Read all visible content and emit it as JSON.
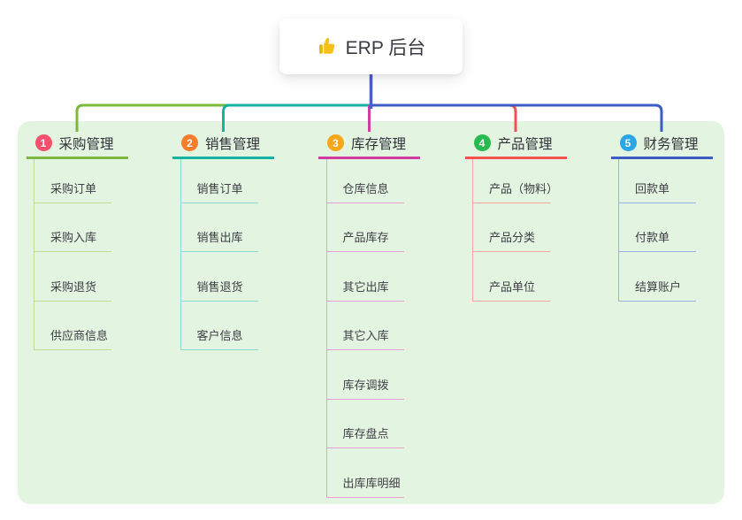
{
  "root": {
    "label": "ERP 后台",
    "icon": "thumbs-up-icon"
  },
  "colors": {
    "panel_bg": "#e3f4e0",
    "root_line": "#4a5fc8",
    "root_text": "#3a3a45",
    "thumb_main": "#f3c117",
    "thumb_cuff": "#efb20e"
  },
  "branches": [
    {
      "num": "1",
      "label": "采购管理",
      "badge_color": "#f4516c",
      "line_color": "#7cb93e",
      "light_color": "#bfdf94",
      "children": [
        "采购订单",
        "采购入库",
        "采购退货",
        "供应商信息"
      ]
    },
    {
      "num": "2",
      "label": "销售管理",
      "badge_color": "#f57d2b",
      "line_color": "#18b2a2",
      "light_color": "#8edbd2",
      "children": [
        "销售订单",
        "销售出库",
        "销售退货",
        "客户信息"
      ]
    },
    {
      "num": "3",
      "label": "库存管理",
      "badge_color": "#f9a619",
      "line_color": "#d13ca1",
      "light_color": "#eb9fd0",
      "children": [
        "仓库信息",
        "产品库存",
        "其它出库",
        "其它入库",
        "库存调拨",
        "库存盘点",
        "出库库明细"
      ]
    },
    {
      "num": "4",
      "label": "产品管理",
      "badge_color": "#27ba4f",
      "line_color": "#f2524e",
      "light_color": "#f8a5a2",
      "children": [
        "产品（物料）",
        "产品分类",
        "产品单位"
      ]
    },
    {
      "num": "5",
      "label": "财务管理",
      "badge_color": "#2aa6e4",
      "line_color": "#3d5cc4",
      "light_color": "#9cb0e4",
      "children": [
        "回款单",
        "付款单",
        "结算账户"
      ]
    }
  ]
}
